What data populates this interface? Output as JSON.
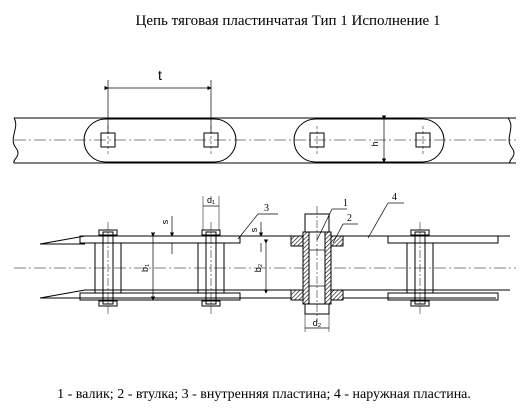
{
  "title": "Цепь тяговая пластинчатая Тип 1 Исполнение 1",
  "caption": "1 - валик; 2 - втулка; 3 - внутренняя пластина; 4 - наружная пластина.",
  "labels": {
    "pitch": "t",
    "height": "h",
    "roller_dia": "d₁",
    "bush_dia": "d₂",
    "inner_width": "b₁",
    "inner_gap": "b₂",
    "thickness_outer": "s",
    "thickness_inner": "s"
  },
  "callouts": [
    "1",
    "2",
    "3",
    "4"
  ]
}
